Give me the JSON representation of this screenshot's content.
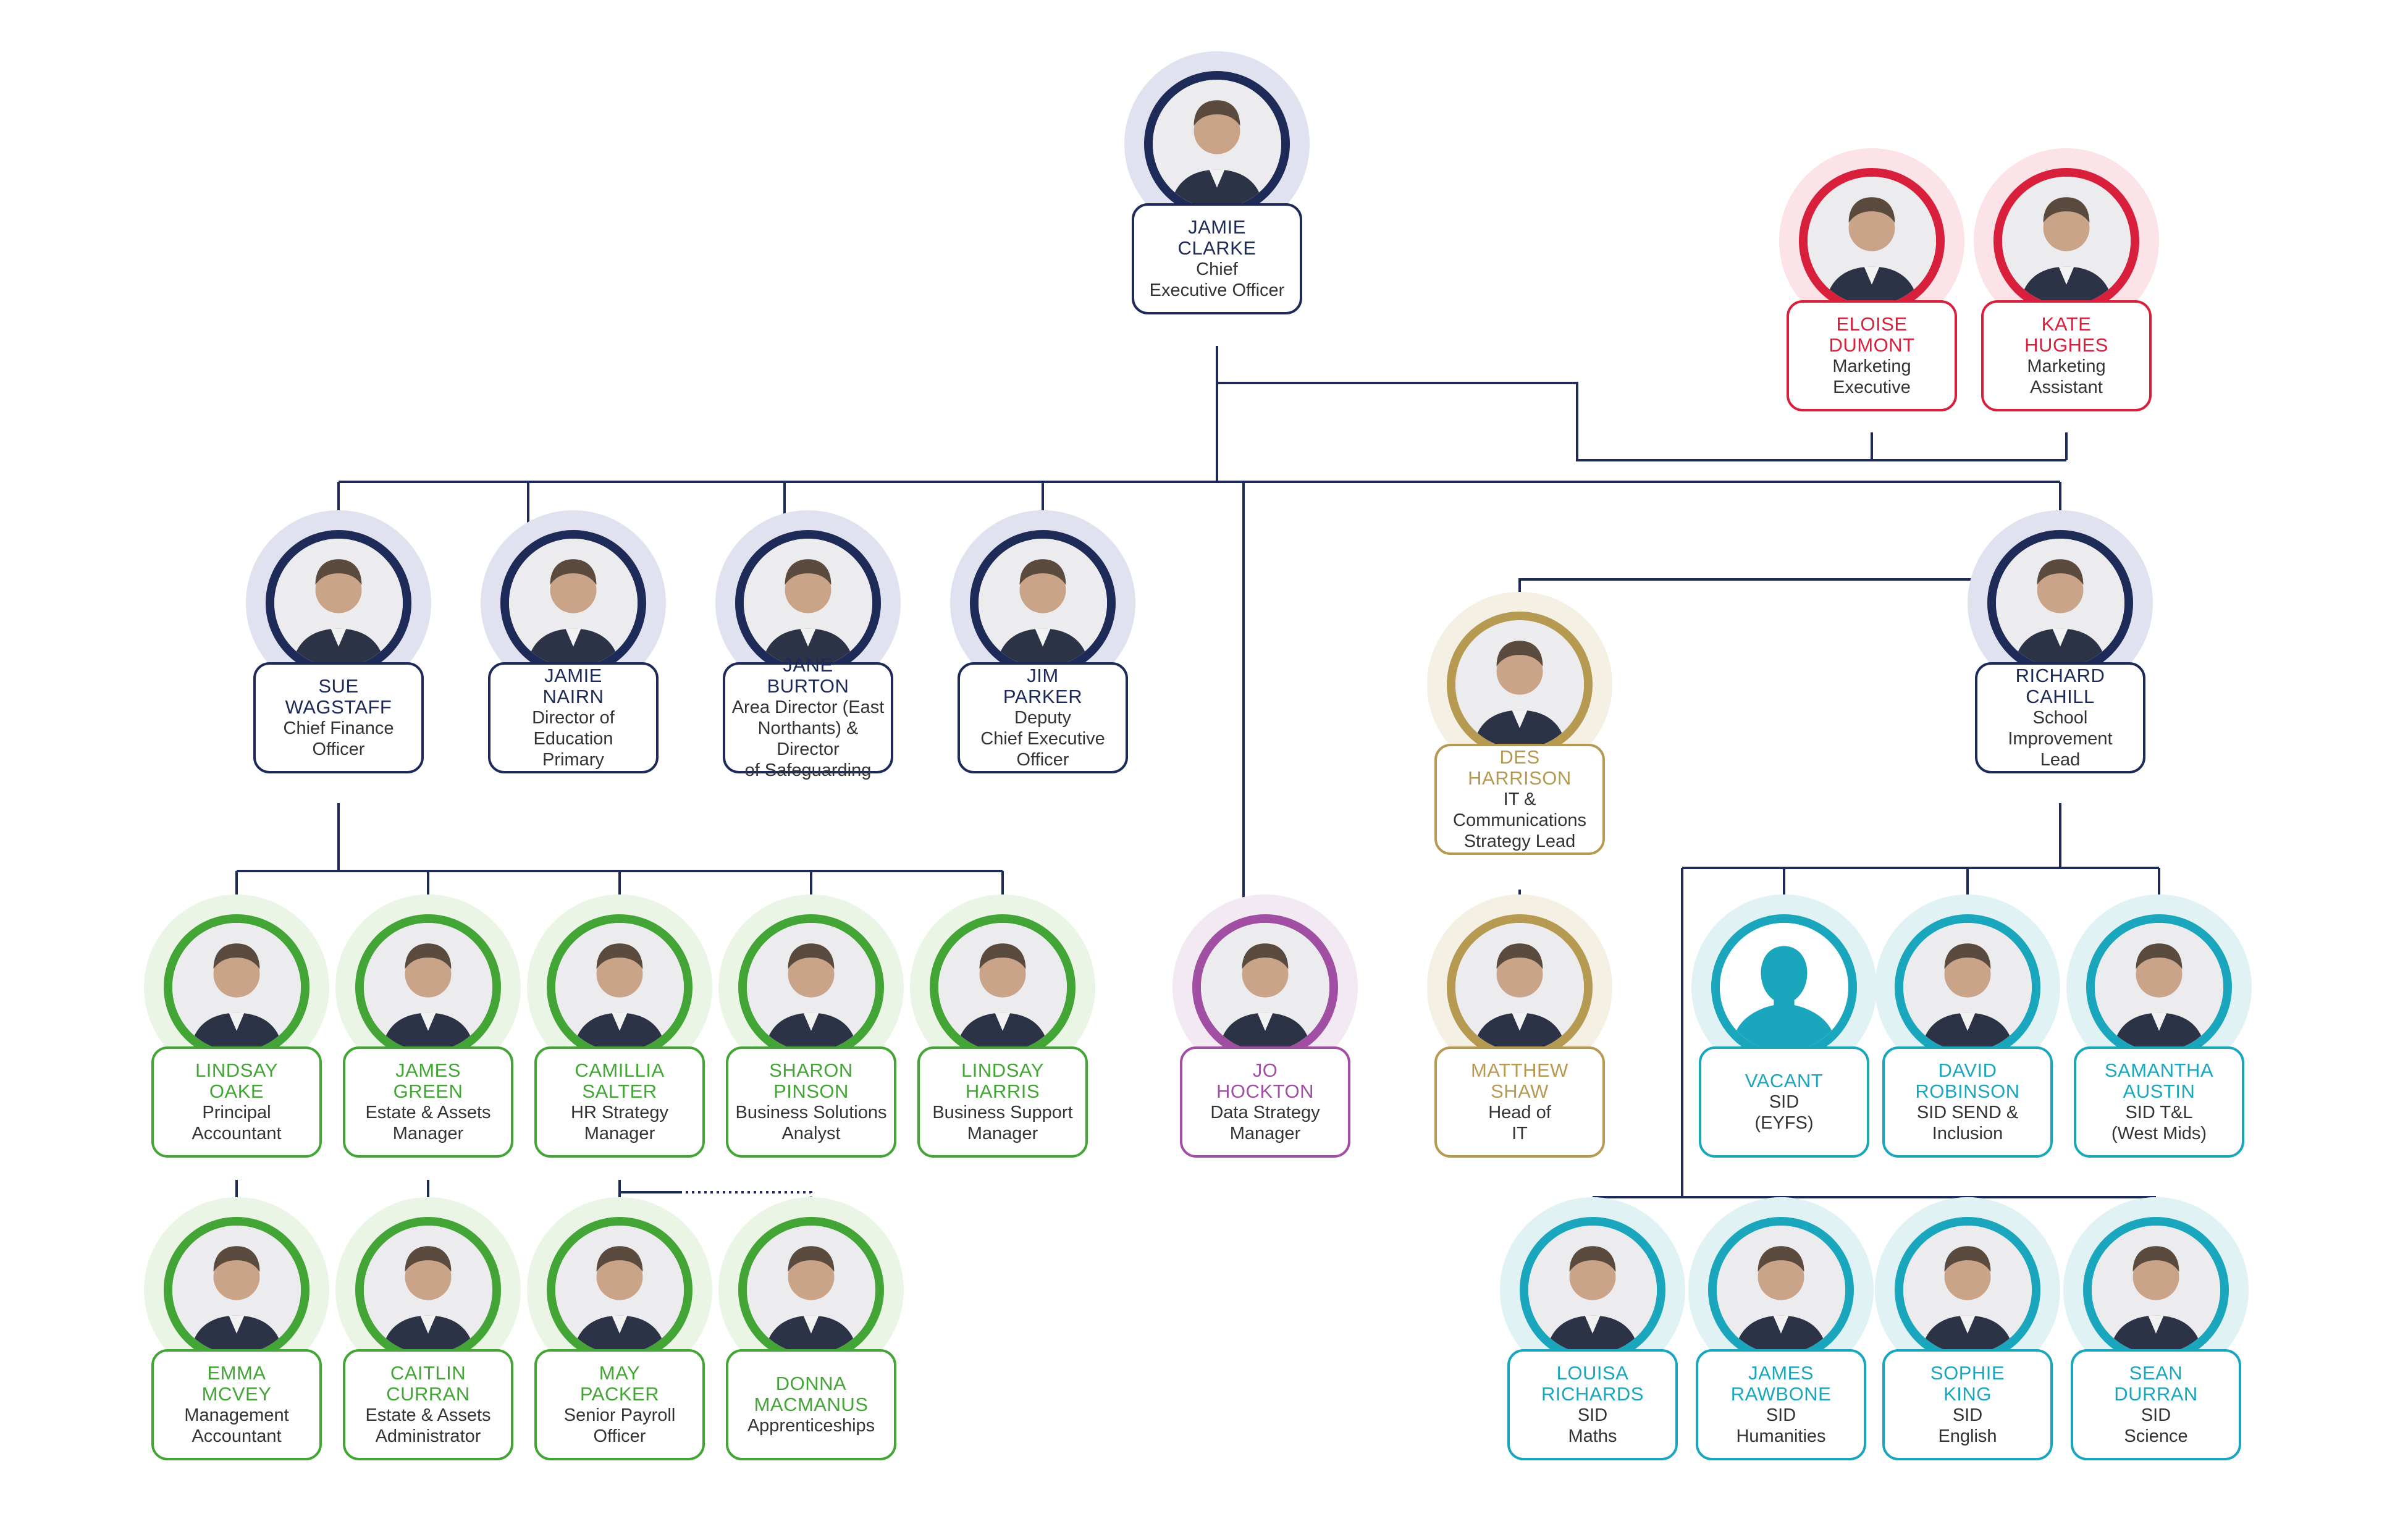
{
  "colors": {
    "executive": "#1e2a57",
    "marketing": "#d81f3c",
    "finance": "#43a535",
    "data": "#a04fa3",
    "it": "#b79a52",
    "school": "#1aa6bd",
    "connector": "#1e2a57"
  },
  "people": [
    {
      "key": "jamie-clarke",
      "first": "JAMIE",
      "last": "CLARKE",
      "title": [
        "Chief",
        "Executive Officer"
      ],
      "group": "executive",
      "photo": "person-photo"
    },
    {
      "key": "eloise-dumont",
      "first": "ELOISE",
      "last": "DUMONT",
      "title": [
        "Marketing",
        "Executive"
      ],
      "group": "marketing",
      "photo": "person-photo"
    },
    {
      "key": "kate-hughes",
      "first": "KATE",
      "last": "HUGHES",
      "title": [
        "Marketing",
        "Assistant"
      ],
      "group": "marketing",
      "photo": "person-photo"
    },
    {
      "key": "sue-wagstaff",
      "first": "SUE",
      "last": "WAGSTAFF",
      "title": [
        "Chief Finance",
        "Officer"
      ],
      "group": "executive",
      "photo": "person-photo"
    },
    {
      "key": "jamie-nairn",
      "first": "JAMIE",
      "last": "NAIRN",
      "title": [
        "Director of",
        "Education",
        "Primary"
      ],
      "group": "executive",
      "photo": "person-photo"
    },
    {
      "key": "jane-burton",
      "first": "JANE",
      "last": "BURTON",
      "title": [
        "Area Director (East",
        "Northants) & Director",
        "of Safeguarding"
      ],
      "group": "executive",
      "photo": "person-photo"
    },
    {
      "key": "jim-parker",
      "first": "JIM",
      "last": "PARKER",
      "title": [
        "Deputy",
        "Chief Executive",
        "Officer"
      ],
      "group": "executive",
      "photo": "person-photo"
    },
    {
      "key": "des-harrison",
      "first": "DES",
      "last": "HARRISON",
      "title": [
        "IT &",
        "Communications",
        "Strategy Lead"
      ],
      "group": "it",
      "photo": "person-photo"
    },
    {
      "key": "richard-cahill",
      "first": "RICHARD",
      "last": "CAHILL",
      "title": [
        "School",
        "Improvement",
        "Lead"
      ],
      "group": "executive",
      "photo": "person-photo"
    },
    {
      "key": "lindsay-oake",
      "first": "LINDSAY",
      "last": "OAKE",
      "title": [
        "Principal",
        "Accountant"
      ],
      "group": "finance",
      "photo": "person-photo"
    },
    {
      "key": "james-green",
      "first": "JAMES",
      "last": "GREEN",
      "title": [
        "Estate & Assets",
        "Manager"
      ],
      "group": "finance",
      "photo": "person-photo"
    },
    {
      "key": "camillia-salter",
      "first": "CAMILLIA",
      "last": "SALTER",
      "title": [
        "HR Strategy",
        "Manager"
      ],
      "group": "finance",
      "photo": "person-photo"
    },
    {
      "key": "sharon-pinson",
      "first": "SHARON",
      "last": "PINSON",
      "title": [
        "Business Solutions",
        "Analyst"
      ],
      "group": "finance",
      "photo": "person-photo"
    },
    {
      "key": "lindsay-harris",
      "first": "LINDSAY",
      "last": "HARRIS",
      "title": [
        "Business Support",
        "Manager"
      ],
      "group": "finance",
      "photo": "person-photo"
    },
    {
      "key": "jo-hockton",
      "first": "JO",
      "last": "HOCKTON",
      "title": [
        "Data Strategy",
        "Manager"
      ],
      "group": "data",
      "photo": "person-photo"
    },
    {
      "key": "matthew-shaw",
      "first": "MATTHEW",
      "last": "SHAW",
      "title": [
        "Head of",
        "IT"
      ],
      "group": "it",
      "photo": "person-photo"
    },
    {
      "key": "vacant",
      "first": "VACANT",
      "last": "",
      "title": [
        "SID",
        "(EYFS)"
      ],
      "group": "school",
      "photo": "silhouette"
    },
    {
      "key": "david-robinson",
      "first": "DAVID",
      "last": "ROBINSON",
      "title": [
        "SID SEND &",
        "Inclusion"
      ],
      "group": "school",
      "photo": "person-photo"
    },
    {
      "key": "samantha-austin",
      "first": "SAMANTHA",
      "last": "AUSTIN",
      "title": [
        "SID T&L",
        "(West Mids)"
      ],
      "group": "school",
      "photo": "person-photo"
    },
    {
      "key": "emma-mcvey",
      "first": "EMMA",
      "last": "MCVEY",
      "title": [
        "Management",
        "Accountant"
      ],
      "group": "finance",
      "photo": "person-photo"
    },
    {
      "key": "caitlin-curran",
      "first": "CAITLIN",
      "last": "CURRAN",
      "title": [
        "Estate & Assets",
        "Administrator"
      ],
      "group": "finance",
      "photo": "person-photo"
    },
    {
      "key": "may-packer",
      "first": "MAY",
      "last": "PACKER",
      "title": [
        "Senior Payroll",
        "Officer"
      ],
      "group": "finance",
      "photo": "person-photo"
    },
    {
      "key": "donna-macmanus",
      "first": "DONNA",
      "last": "MACMANUS",
      "title": [
        "Apprenticeships"
      ],
      "group": "finance",
      "photo": "person-photo"
    },
    {
      "key": "louisa-richards",
      "first": "LOUISA",
      "last": "RICHARDS",
      "title": [
        "SID",
        "Maths"
      ],
      "group": "school",
      "photo": "person-photo"
    },
    {
      "key": "james-rawbone",
      "first": "JAMES",
      "last": "RAWBONE",
      "title": [
        "SID",
        "Humanities"
      ],
      "group": "school",
      "photo": "person-photo"
    },
    {
      "key": "sophie-king",
      "first": "SOPHIE",
      "last": "KING",
      "title": [
        "SID",
        "English"
      ],
      "group": "school",
      "photo": "person-photo"
    },
    {
      "key": "sean-durran",
      "first": "SEAN",
      "last": "DURRAN",
      "title": [
        "SID",
        "Science"
      ],
      "group": "school",
      "photo": "person-photo"
    }
  ]
}
